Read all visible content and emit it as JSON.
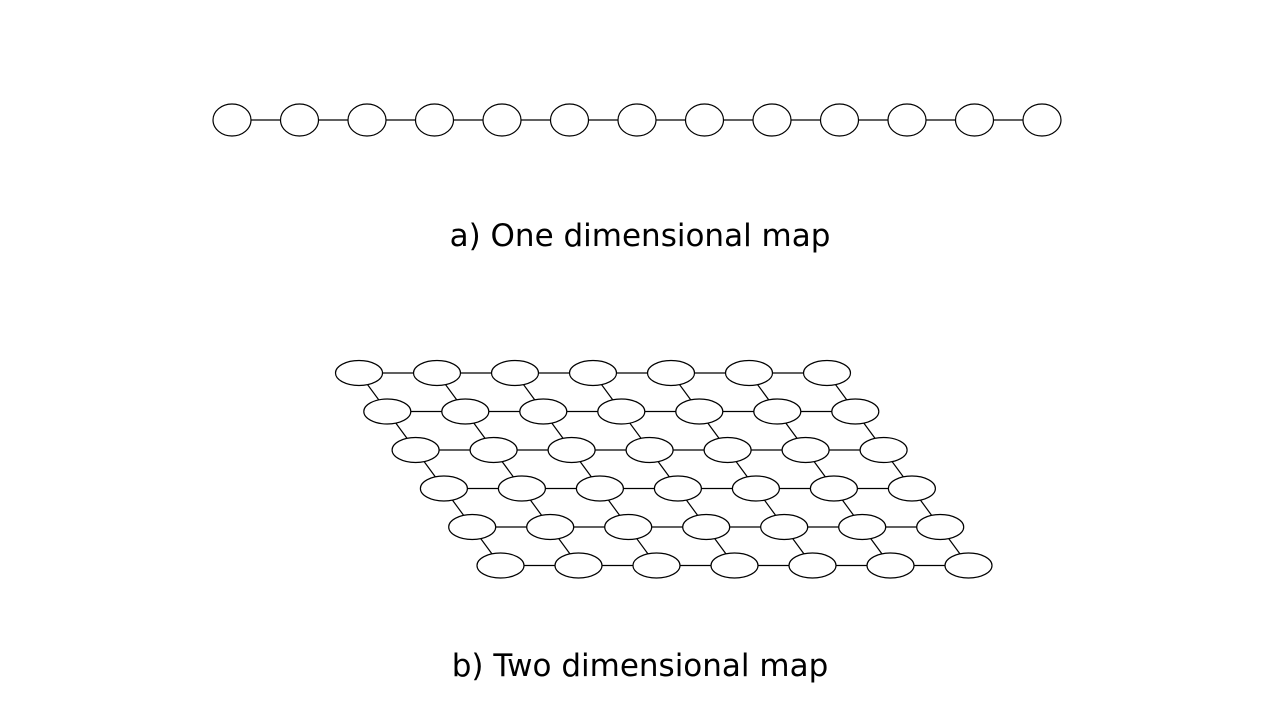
{
  "captions": {
    "one_dimensional": "a) One dimensional map",
    "two_dimensional": "b) Two dimensional map"
  },
  "one_dimensional_map": {
    "node_count": 13
  },
  "two_dimensional_map": {
    "rows": 6,
    "columns": 7
  },
  "colors": {
    "stroke": "#000000",
    "node_fill": "#ffffff",
    "background": "#ffffff"
  }
}
